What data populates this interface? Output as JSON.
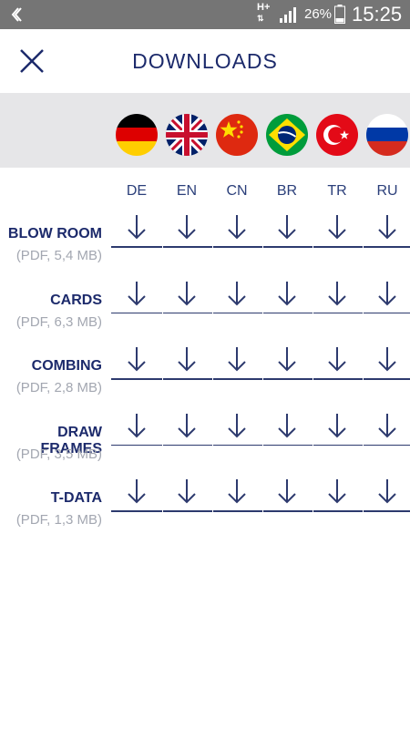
{
  "status_bar": {
    "network": "H+",
    "battery": "26%",
    "time": "15:25"
  },
  "header": {
    "title": "DOWNLOADS"
  },
  "colors": {
    "primary": "#1c2a6b",
    "band": "#e6e6e8",
    "muted": "#a3a7b1"
  },
  "flags": [
    "germany-flag-icon",
    "uk-flag-icon",
    "china-flag-icon",
    "brazil-flag-icon",
    "turkey-flag-icon",
    "russia-flag-icon"
  ],
  "languages": [
    "DE",
    "EN",
    "CN",
    "BR",
    "TR",
    "RU"
  ],
  "documents": [
    {
      "title": "BLOW ROOM",
      "info": "(PDF, 5,4 MB)"
    },
    {
      "title": "CARDS",
      "info": "(PDF, 6,3 MB)"
    },
    {
      "title": "COMBING",
      "info": "(PDF, 2,8 MB)"
    },
    {
      "title": "DRAW FRAMES",
      "info": "(PDF, 3,5 MB)"
    },
    {
      "title": "T-DATA",
      "info": "(PDF, 1,3 MB)"
    }
  ]
}
